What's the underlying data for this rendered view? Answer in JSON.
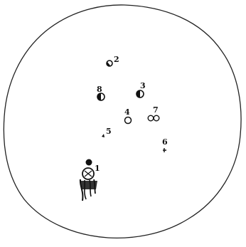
{
  "figure": {
    "labels": {
      "one": "1",
      "two": "2",
      "three": "3",
      "four": "4",
      "five": "5",
      "six": "6",
      "seven": "7",
      "eight": "8"
    },
    "ink_color": "#111111",
    "paper_color": "#ffffff"
  }
}
